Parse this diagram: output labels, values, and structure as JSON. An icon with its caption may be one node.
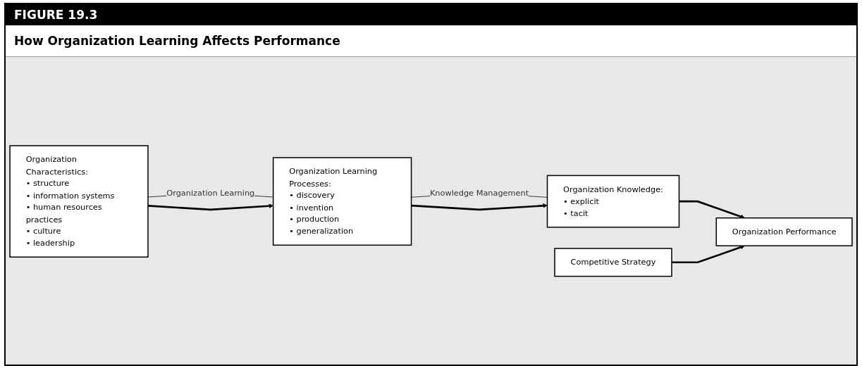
{
  "diagram": {
    "title": "How Organization Learning Affects Performance",
    "nodes": [
      {
        "text": [
          "Organization Characteristics:",
          "• structure",
          "• information systems",
          "• human resources practices",
          "• culture",
          "• leadership"
        ]
      },
      {
        "text": [
          "Organization Learning Processes:",
          "• discovery",
          "• invention",
          "• production",
          "• generalization"
        ]
      },
      {
        "text": [
          "Organization Knowledge:",
          "• explicit",
          "• tacit"
        ]
      },
      {
        "text": [
          "Competitive Strategy"
        ]
      },
      {
        "text": [
          "Organization Performance"
        ]
      }
    ],
    "edges": [
      {
        "from": 0,
        "to": 1,
        "arrow": "none",
        "label": "Organization Learning"
      },
      {
        "from": 1,
        "to": 2,
        "arrow": "none",
        "label": "Knowledge Management"
      },
      {
        "from": 0,
        "to": 1,
        "arrow": "to"
      },
      {
        "from": 1,
        "to": 2,
        "arrow": "to"
      },
      {
        "from": 2,
        "to": 4,
        "arrow": "to"
      },
      {
        "from": 3,
        "to": 4,
        "arrow": "to"
      }
    ],
    "labels": [
      "FIGURE 19.3"
    ]
  }
}
